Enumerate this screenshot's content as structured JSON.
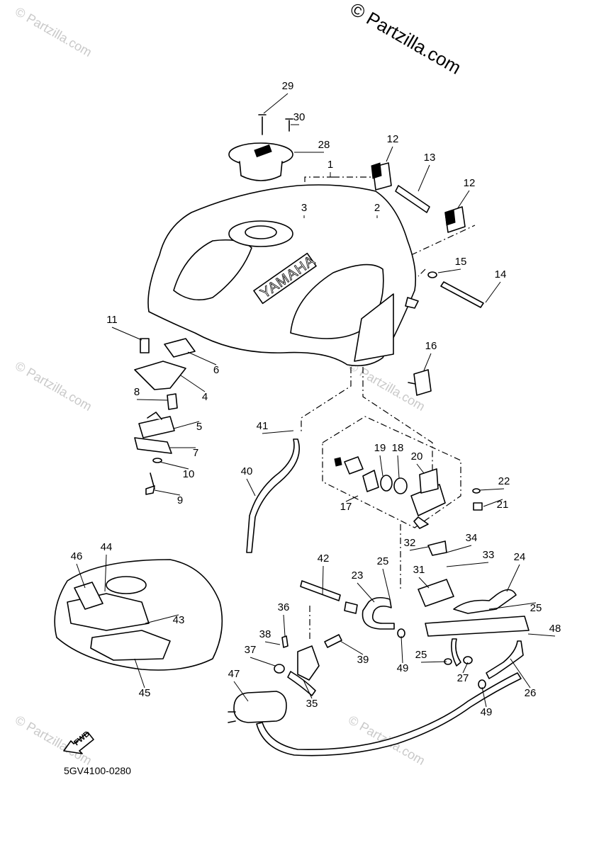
{
  "copyright": "© Partzilla.com",
  "watermark": "© Partzilla.com",
  "diagram_ref": "5GV4100-0280",
  "fwd_label": "FWD",
  "tank_brand": "YAMAHA",
  "callouts": [
    {
      "id": "29",
      "label": "29"
    },
    {
      "id": "30",
      "label": "30"
    },
    {
      "id": "28",
      "label": "28"
    },
    {
      "id": "1",
      "label": "1"
    },
    {
      "id": "3",
      "label": "3"
    },
    {
      "id": "2",
      "label": "2"
    },
    {
      "id": "12a",
      "label": "12"
    },
    {
      "id": "13",
      "label": "13"
    },
    {
      "id": "12b",
      "label": "12"
    },
    {
      "id": "15",
      "label": "15"
    },
    {
      "id": "14",
      "label": "14"
    },
    {
      "id": "16",
      "label": "16"
    },
    {
      "id": "11",
      "label": "11"
    },
    {
      "id": "6",
      "label": "6"
    },
    {
      "id": "4",
      "label": "4"
    },
    {
      "id": "8",
      "label": "8"
    },
    {
      "id": "5",
      "label": "5"
    },
    {
      "id": "7",
      "label": "7"
    },
    {
      "id": "10",
      "label": "10"
    },
    {
      "id": "9",
      "label": "9"
    },
    {
      "id": "41",
      "label": "41"
    },
    {
      "id": "40",
      "label": "40"
    },
    {
      "id": "19",
      "label": "19"
    },
    {
      "id": "18",
      "label": "18"
    },
    {
      "id": "20",
      "label": "20"
    },
    {
      "id": "22",
      "label": "22"
    },
    {
      "id": "21",
      "label": "21"
    },
    {
      "id": "17",
      "label": "17"
    },
    {
      "id": "32",
      "label": "32"
    },
    {
      "id": "34",
      "label": "34"
    },
    {
      "id": "33",
      "label": "33"
    },
    {
      "id": "24",
      "label": "24"
    },
    {
      "id": "42",
      "label": "42"
    },
    {
      "id": "25a",
      "label": "25"
    },
    {
      "id": "23",
      "label": "23"
    },
    {
      "id": "31",
      "label": "31"
    },
    {
      "id": "25b",
      "label": "25"
    },
    {
      "id": "48",
      "label": "48"
    },
    {
      "id": "46",
      "label": "46"
    },
    {
      "id": "44",
      "label": "44"
    },
    {
      "id": "43",
      "label": "43"
    },
    {
      "id": "45",
      "label": "45"
    },
    {
      "id": "36",
      "label": "36"
    },
    {
      "id": "38",
      "label": "38"
    },
    {
      "id": "37",
      "label": "37"
    },
    {
      "id": "39",
      "label": "39"
    },
    {
      "id": "35",
      "label": "35"
    },
    {
      "id": "47",
      "label": "47"
    },
    {
      "id": "49a",
      "label": "49"
    },
    {
      "id": "25c",
      "label": "25"
    },
    {
      "id": "27",
      "label": "27"
    },
    {
      "id": "26",
      "label": "26"
    },
    {
      "id": "49b",
      "label": "49"
    }
  ]
}
